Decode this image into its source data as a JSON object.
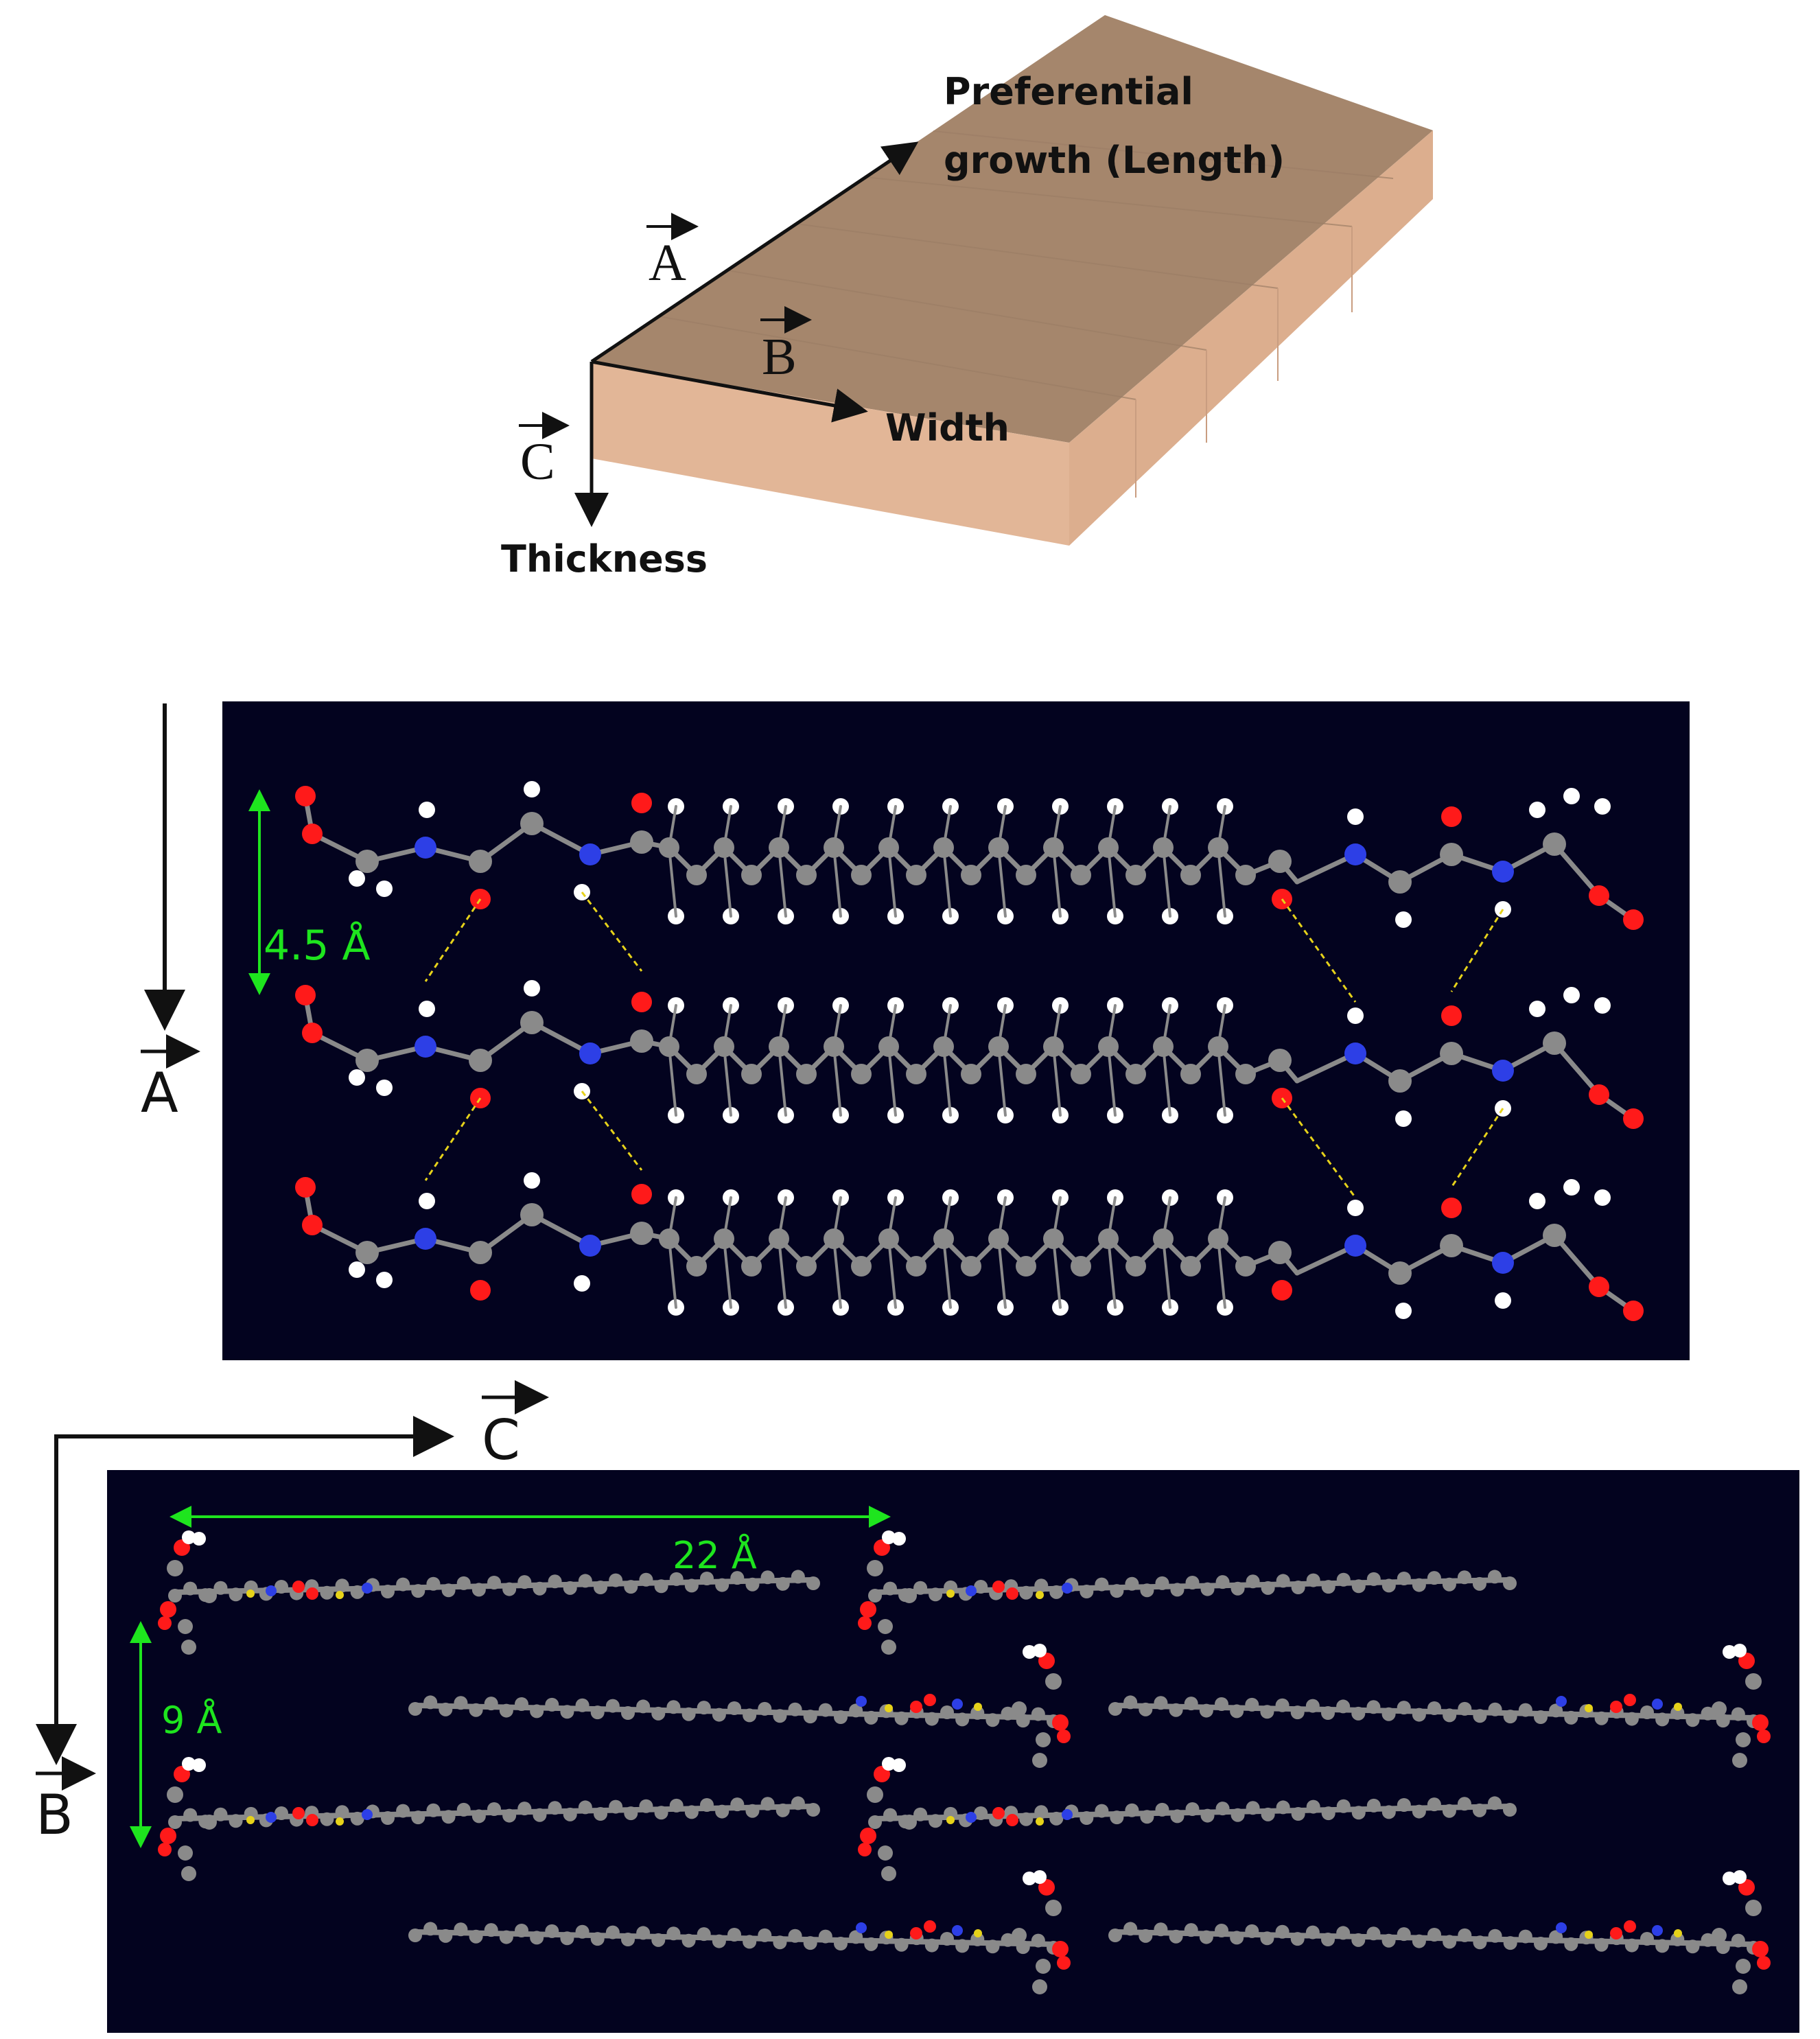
{
  "crystal": {
    "growth_label_1": "Preferential",
    "growth_label_2": "growth (Length)",
    "width_label": "Width",
    "thickness_label": "Thickness",
    "axis_a": "A",
    "axis_b": "B",
    "axis_c": "C"
  },
  "panel_ab": {
    "axis_label": "A",
    "spacing_label": "4.5 Å"
  },
  "panel_cb": {
    "axis_c_label": "C",
    "axis_b_label": "B",
    "length_label": "22 Å",
    "stacking_label": "9 Å"
  },
  "colors": {
    "panel_background": "#03031f",
    "crystal_top": "#a5866c",
    "crystal_side": "#e2b697",
    "carbon": "#8a8a8a",
    "hydrogen": "#ffffff",
    "oxygen": "#ff1a1a",
    "nitrogen": "#2d3fe6",
    "hbond": "#e6d21a",
    "dimension": "#1ee51e"
  }
}
